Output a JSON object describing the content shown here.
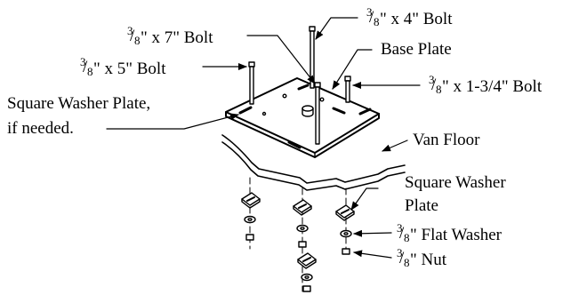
{
  "labels": {
    "bolt_7": {
      "frac_num": "3",
      "frac_den": "8",
      "rest": "\" x 7\" Bolt"
    },
    "bolt_4": {
      "frac_num": "3",
      "frac_den": "8",
      "rest": "\" x 4\" Bolt"
    },
    "bolt_5": {
      "frac_num": "3",
      "frac_den": "8",
      "rest": "\" x 5\" Bolt"
    },
    "bolt_134": {
      "frac_num": "3",
      "frac_den": "8",
      "rest": "\" x 1-3/4\" Bolt"
    },
    "flat_washer": {
      "frac_num": "3",
      "frac_den": "8",
      "rest": "\" Flat Washer"
    },
    "nut": {
      "frac_num": "3",
      "frac_den": "8",
      "rest": "\" Nut"
    },
    "base_plate": "Base Plate",
    "square_washer_plate_if_needed_line1": "Square Washer Plate,",
    "square_washer_plate_if_needed_line2": "if needed.",
    "van_floor": "Van Floor",
    "square_washer_plate_line1": "Square Washer",
    "square_washer_plate_line2": "Plate"
  },
  "colors": {
    "line": "#000000",
    "background": "#ffffff"
  }
}
